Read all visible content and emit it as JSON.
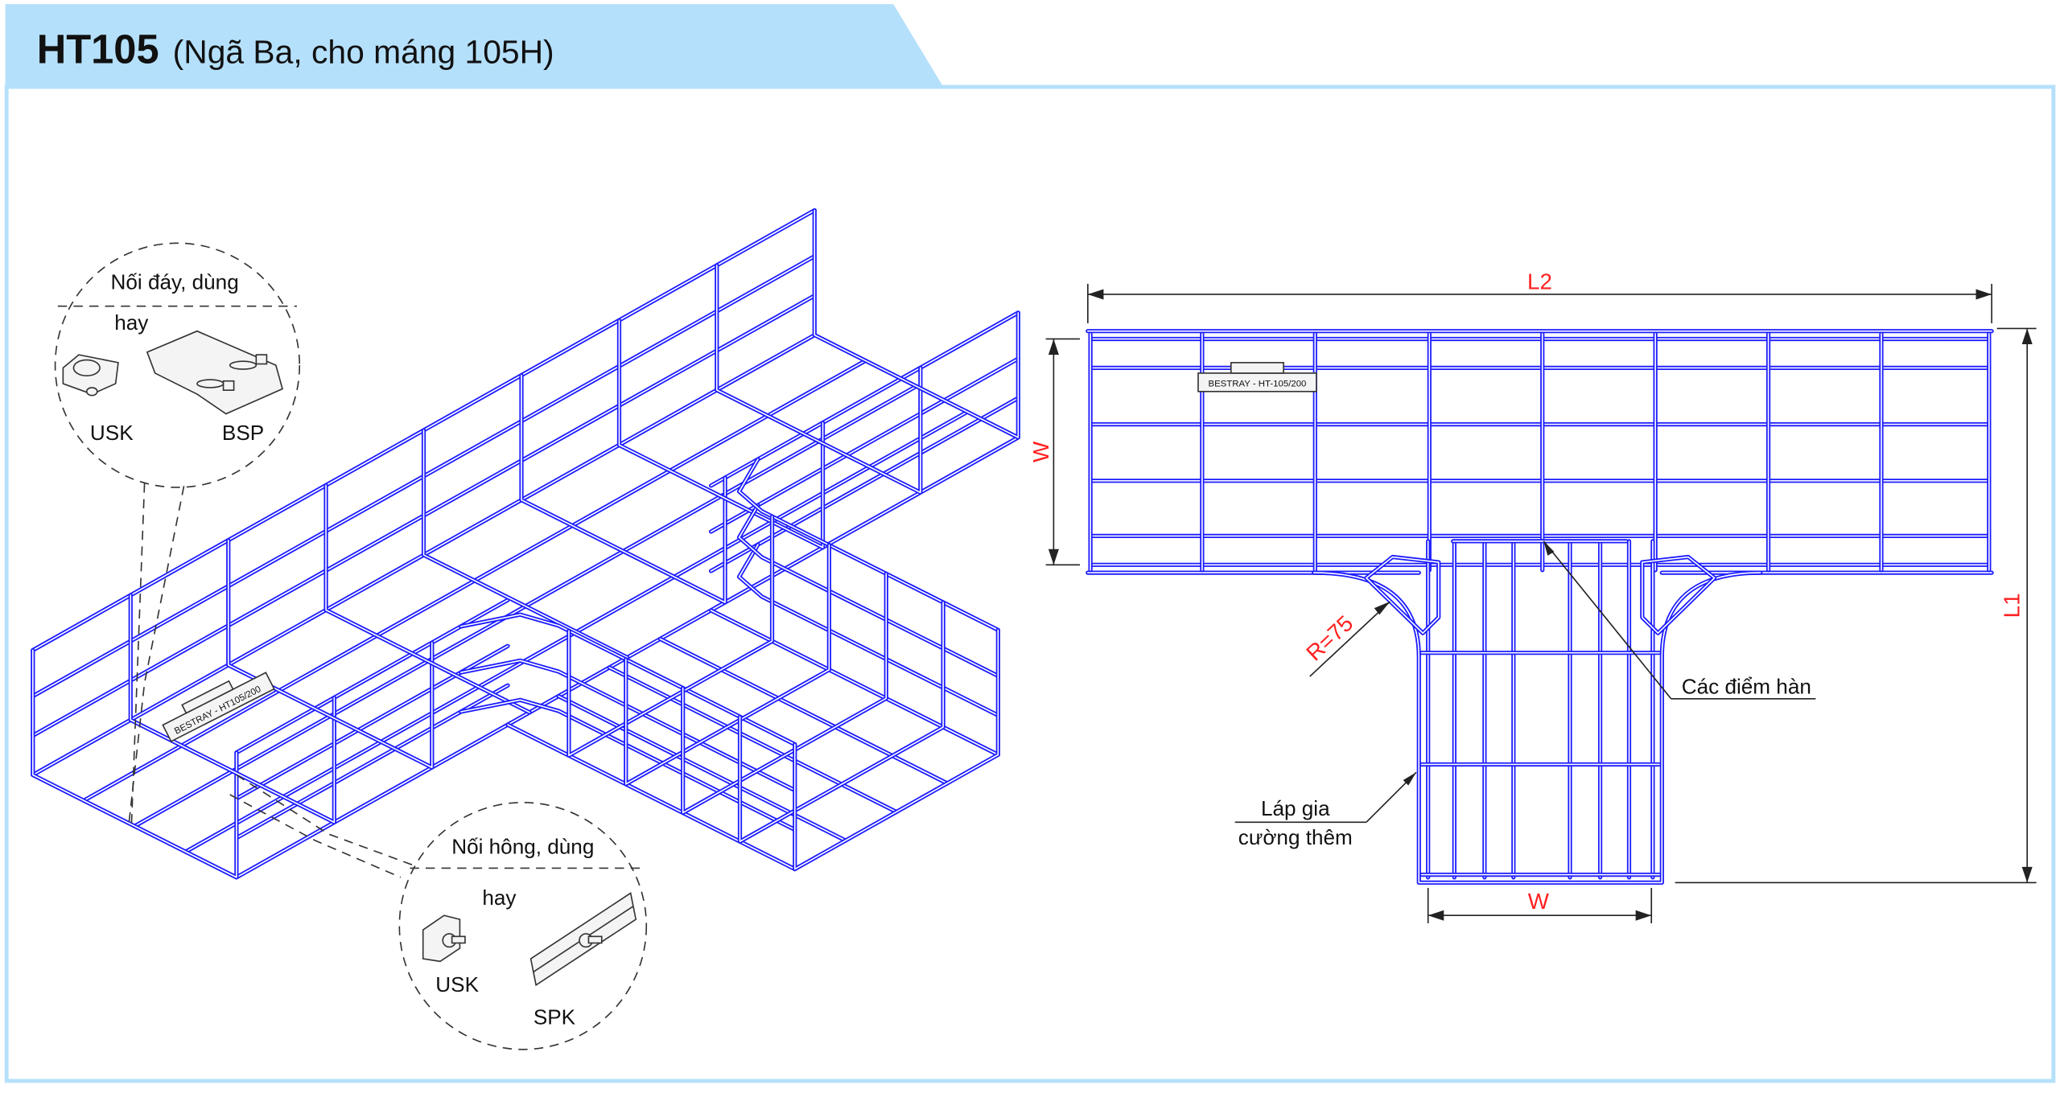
{
  "header": {
    "code": "HT105",
    "subtitle": "(Ngã Ba, cho máng 105H)"
  },
  "colors": {
    "header_band": "#b5e0fb",
    "wire": "#1c1cff",
    "dimension_text": "#ff2020"
  },
  "iso_view": {
    "bottom_joint": {
      "title": "Nối đáy, dùng",
      "or": "hay",
      "option_a": "USK",
      "option_b": "BSP"
    },
    "side_joint": {
      "title": "Nối hông, dùng",
      "or": "hay",
      "option_a": "USK",
      "option_b": "SPK"
    },
    "tag": "BESTRAY - HT105/200"
  },
  "top_view": {
    "dim_l2": "L2",
    "dim_l1": "L1",
    "dim_w_left": "W",
    "dim_w_bottom": "W",
    "radius": "R=75",
    "tag": "BESTRAY - HT-105/200",
    "weld_points": "Các điểm hàn",
    "reinforce_line1": "Láp gia",
    "reinforce_line2": "cường thêm"
  }
}
